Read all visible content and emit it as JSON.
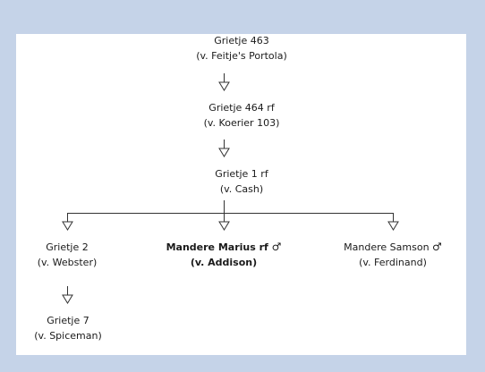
{
  "nodes": {
    "n1": {
      "name": "Grietje 463",
      "sire": "(v. Feitje's Portola)"
    },
    "n2": {
      "name": "Grietje 464 rf",
      "sire": "(v. Koerier 103)"
    },
    "n3": {
      "name": "Grietje 1 rf",
      "sire": "(v. Cash)"
    },
    "n4": {
      "name": "Grietje 2",
      "sire": "(v. Webster)"
    },
    "n5": {
      "name": "Mandere Marius rf",
      "symbol": "♂",
      "sire": "(v. Addison)"
    },
    "n6": {
      "name": "Mandere Samson",
      "symbol": "♂",
      "sire": "(v. Ferdinand)"
    },
    "n7": {
      "name": "Grietje 7",
      "sire": "(v. Spiceman)"
    }
  },
  "colors": {
    "frame": "#c5d3e8",
    "lines": "#333333"
  },
  "icon_names": [
    "arrow-down-icon",
    "male-symbol-icon"
  ]
}
